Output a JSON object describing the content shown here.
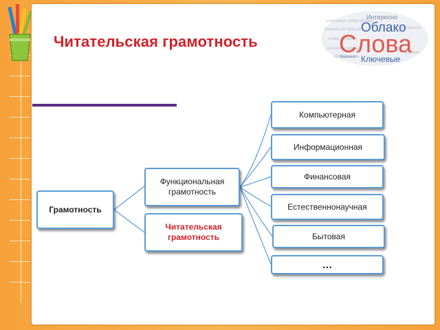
{
  "title": "Читательская грамотность",
  "wordcloud": {
    "big": "Слова",
    "top": "Облако",
    "bottom": "Ключевые",
    "small": "Интересно",
    "tiny": "Важные"
  },
  "diagram": {
    "root": "Грамотность",
    "functional": "Функциональная грамотность",
    "reading": "Читательская грамотность",
    "branches": [
      "Компьютерная",
      "Информационная",
      "Финансовая",
      "Естественнонаучная",
      "Бытовая",
      "…"
    ]
  },
  "colors": {
    "title": "#d42027",
    "box_border": "#5b9bd5",
    "accent_line": "#5a2d82",
    "background": "#f6a23a"
  }
}
